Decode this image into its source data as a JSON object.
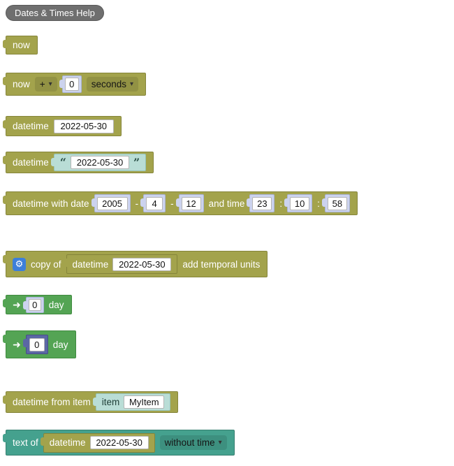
{
  "toolbar": {
    "help_label": "Dates & Times Help"
  },
  "icons": {
    "dropdown_arrow": "▾",
    "gear": "⚙",
    "arrow_right": "➜",
    "quote_open": "“",
    "quote_close": "”"
  },
  "colors": {
    "datetime_block": "#a3a34c",
    "temporal_unit_block": "#54a454",
    "text_block": "#45a18e",
    "string_shadow_block": "#b9ddd6",
    "number_shadow_block": "#ccd3ee",
    "number_block": "#5b67a5",
    "help_button": "#6f6f6f",
    "mutator_icon": "#3d7fd9"
  },
  "blocks": {
    "now": {
      "label": "now"
    },
    "now_plus": {
      "label": "now",
      "operator": "+",
      "amount": "0",
      "unit": "seconds"
    },
    "datetime_field": {
      "label": "datetime",
      "value": "2022-05-30"
    },
    "datetime_string": {
      "label": "datetime",
      "value": "2022-05-30"
    },
    "datetime_with": {
      "date_label": "datetime with date",
      "year": "2005",
      "dash1": "-",
      "month": "4",
      "dash2": "-",
      "day": "12",
      "time_label": "and time",
      "hour": "23",
      "colon1": ":",
      "minute": "10",
      "colon2": ":",
      "second": "58"
    },
    "copy_of": {
      "copy_label": "copy of",
      "inner_label": "datetime",
      "inner_value": "2022-05-30",
      "add_label": "add temporal units"
    },
    "temporal_shadow": {
      "amount": "0",
      "unit": "day"
    },
    "temporal_number": {
      "amount": "0",
      "unit": "day"
    },
    "from_item": {
      "label": "datetime from item",
      "item_label": "item",
      "item_value": "MyItem"
    },
    "text_of": {
      "label": "text of",
      "inner_label": "datetime",
      "inner_value": "2022-05-30",
      "format": "without time"
    }
  }
}
